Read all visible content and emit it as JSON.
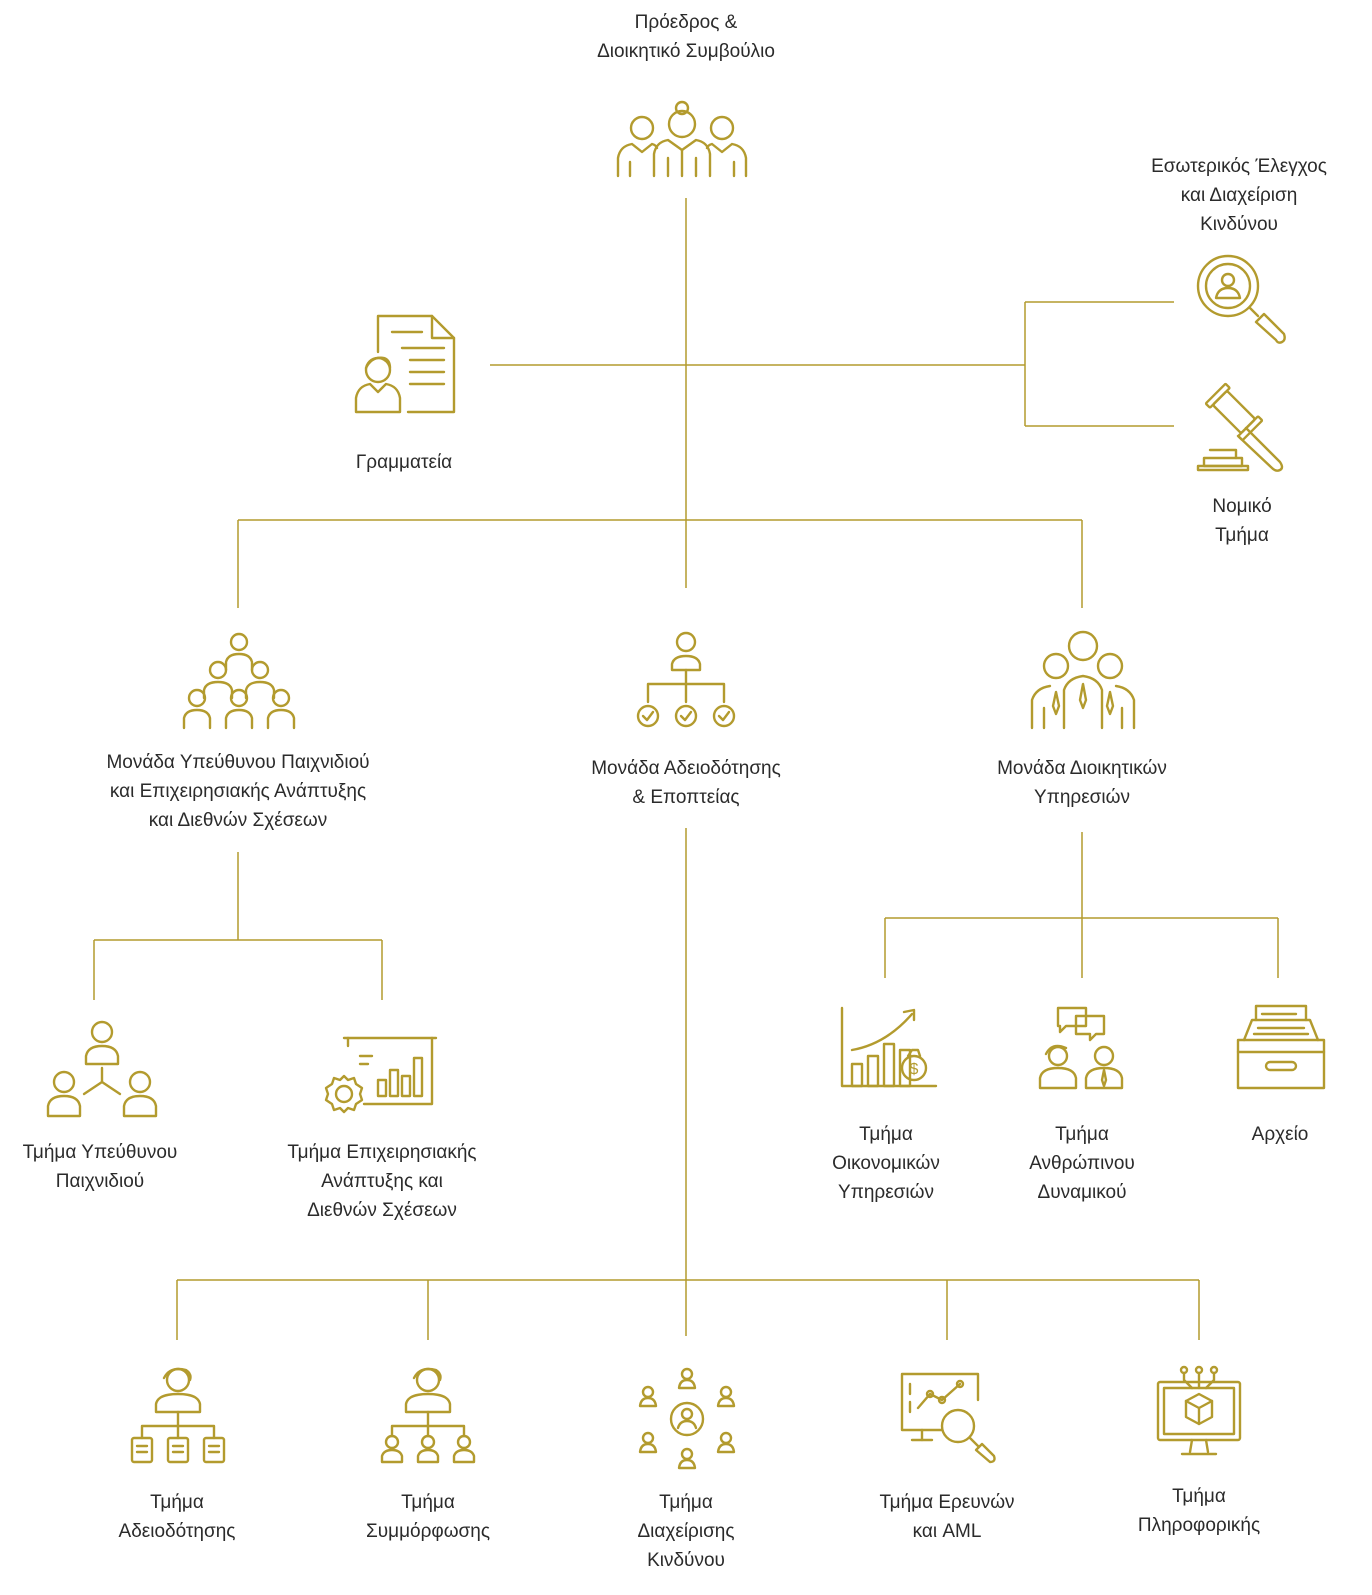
{
  "accent_color": "#B39B2E",
  "top": {
    "name": "board",
    "icon": "board-group-icon",
    "label": [
      "Πρόεδρος &",
      "Διοικητικό Συμβούλιο"
    ]
  },
  "secretariat": {
    "icon": "document-person-icon",
    "label": [
      "Γραμματεία"
    ]
  },
  "internal_audit": {
    "icon": "magnifier-person-icon",
    "label": [
      "Εσωτερικός Έλεγχος",
      "και Διαχείριση",
      "Κινδύνου"
    ]
  },
  "legal": {
    "icon": "gavel-icon",
    "label": [
      "Νομικό",
      "Τμήμα"
    ]
  },
  "units": [
    {
      "icon": "people-pyramid-icon",
      "label": [
        "Μονάδα Υπεύθυνου Παιχνιδιού",
        "και Επιχειρησιακής Ανάπτυξης",
        "και Διεθνών Σχέσεων"
      ]
    },
    {
      "icon": "hierarchy-check-icon",
      "label": [
        "Μονάδα Αδειοδότησης",
        "& Εποπτείας"
      ]
    },
    {
      "icon": "business-team-icon",
      "label": [
        "Μονάδα Διοικητικών",
        "Υπηρεσιών"
      ]
    }
  ],
  "responsible_gaming_departments": [
    {
      "icon": "network-people-icon",
      "label": [
        "Τμήμα Υπεύθυνου",
        "Παιχνιδιού"
      ]
    },
    {
      "icon": "presentation-gear-icon",
      "label": [
        "Τμήμα Επιχειρησιακής",
        "Ανάπτυξης και",
        "Διεθνών Σχέσεων"
      ]
    }
  ],
  "administrative_departments": [
    {
      "icon": "growth-chart-icon",
      "label": [
        "Τμήμα",
        "Οικονομικών",
        "Υπηρεσιών"
      ]
    },
    {
      "icon": "people-chat-icon",
      "label": [
        "Τμήμα",
        "Ανθρώπινου",
        "Δυναμικού"
      ]
    },
    {
      "icon": "file-drawer-icon",
      "label": [
        "Αρχείο"
      ]
    }
  ],
  "licensing_departments": [
    {
      "icon": "person-documents-icon",
      "label": [
        "Τμήμα",
        "Αδειοδότησης"
      ]
    },
    {
      "icon": "person-hierarchy-icon",
      "label": [
        "Τμήμα",
        "Συμμόρφωσης"
      ]
    },
    {
      "icon": "people-circle-icon",
      "label": [
        "Τμήμα",
        "Διαχείρισης",
        "Κινδύνου"
      ]
    },
    {
      "icon": "screen-search-icon",
      "label": [
        "Τμήμα Ερευνών",
        "και AML"
      ]
    },
    {
      "icon": "monitor-cube-icon",
      "label": [
        "Τμήμα",
        "Πληροφορικής"
      ]
    }
  ]
}
